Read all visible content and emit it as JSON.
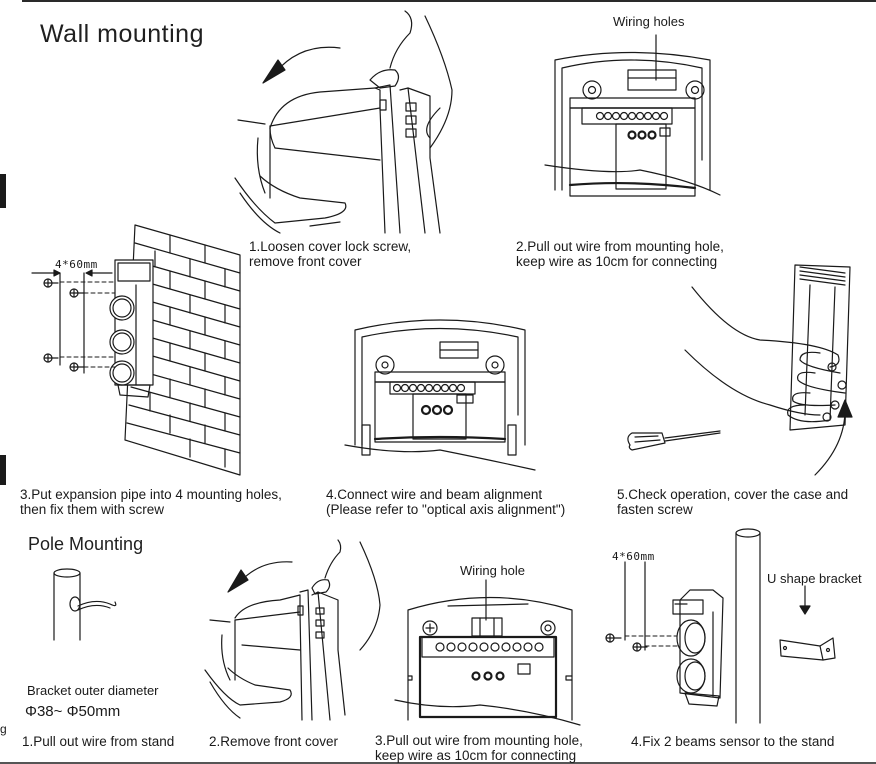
{
  "wall_section": {
    "title": "Wall mounting",
    "labels": {
      "wiring_holes": "Wiring holes",
      "screw_spec": "4*60mm"
    },
    "steps": [
      {
        "line1": "1.Loosen cover lock screw,",
        "line2": "remove front cover"
      },
      {
        "line1": "2.Pull out wire from mounting hole,",
        "line2": "keep wire as 10cm for connecting"
      },
      {
        "line1": "3.Put expansion pipe into 4 mounting holes,",
        "line2": "then fix them with screw"
      },
      {
        "line1": "4.Connect wire and beam alignment",
        "line2": "(Please refer to \"optical axis alignment\")"
      },
      {
        "line1": "5.Check operation, cover the case and",
        "line2": "fasten screw"
      }
    ]
  },
  "pole_section": {
    "title": "Pole Mounting",
    "labels": {
      "bracket_diameter_label": "Bracket outer diameter",
      "bracket_diameter_value": "Φ38~ Φ50mm",
      "wiring_hole": "Wiring hole",
      "screw_spec": "4*60mm",
      "u_bracket": "U shape bracket"
    },
    "steps": [
      {
        "line1": "1.Pull out wire from stand",
        "line2": ""
      },
      {
        "line1": "2.Remove front cover",
        "line2": ""
      },
      {
        "line1": "3.Pull out wire from mounting hole,",
        "line2": "keep wire as 10cm for connecting"
      },
      {
        "line1": "4.Fix 2 beams sensor to the stand",
        "line2": ""
      }
    ]
  },
  "edge_text": "g"
}
